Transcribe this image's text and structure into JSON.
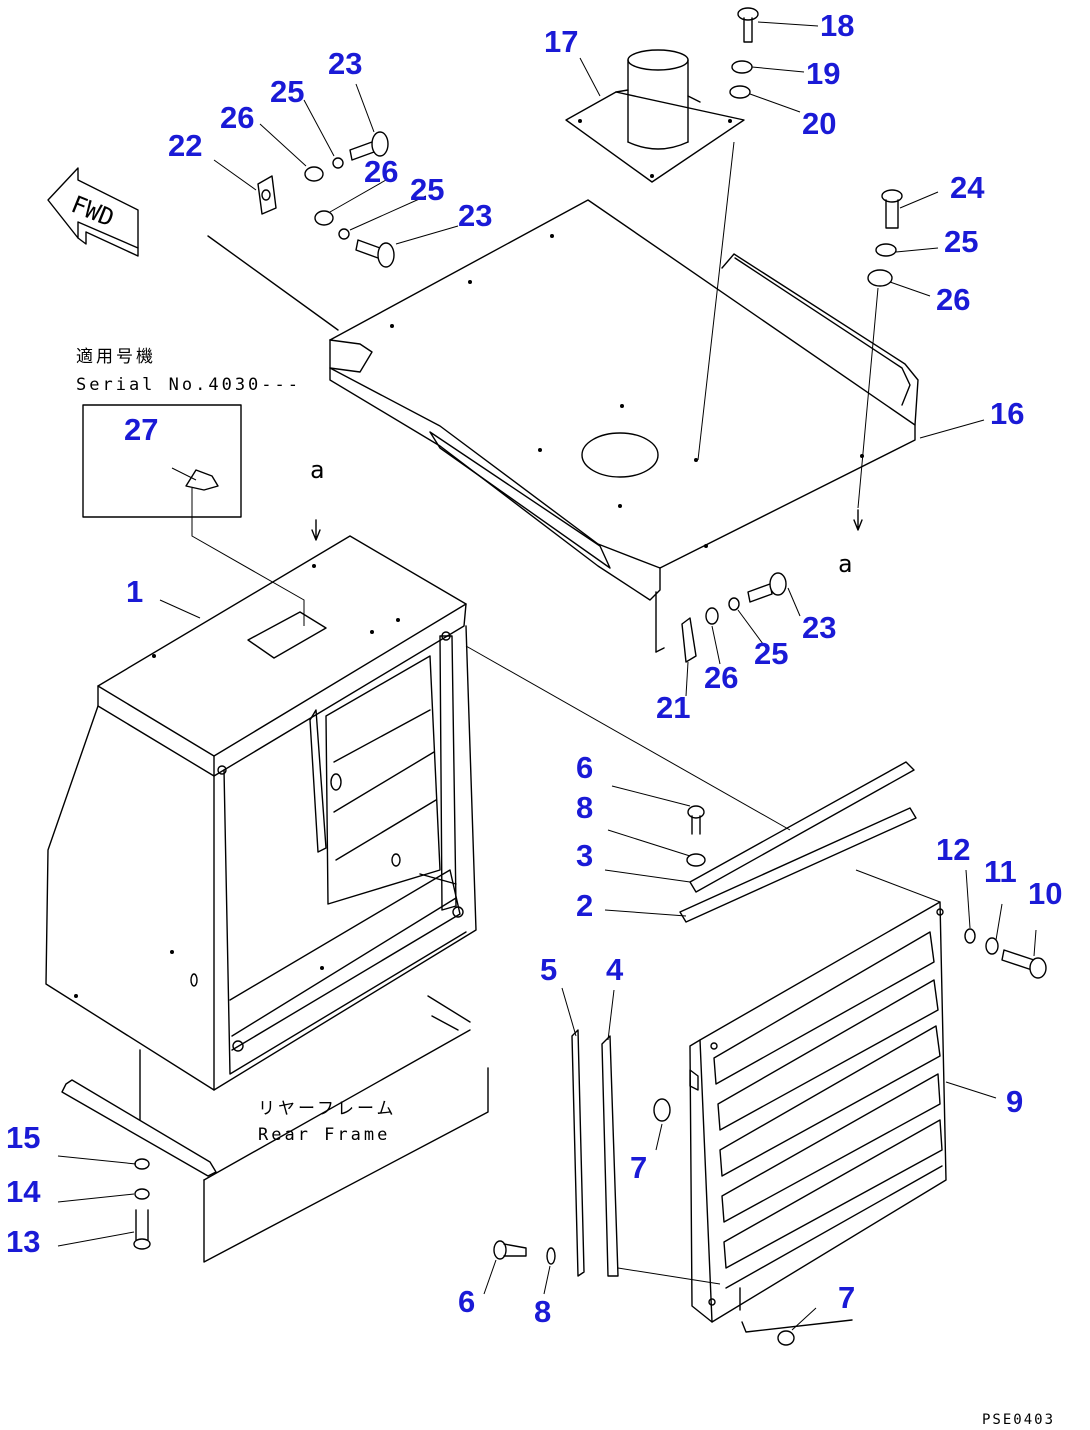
{
  "callouts": [
    "1",
    "2",
    "3",
    "4",
    "5",
    "6",
    "6",
    "7",
    "7",
    "8",
    "8",
    "9",
    "10",
    "11",
    "12",
    "13",
    "14",
    "15",
    "16",
    "17",
    "18",
    "19",
    "20",
    "21",
    "22",
    "23",
    "23",
    "23",
    "24",
    "25",
    "25",
    "25",
    "25",
    "26",
    "26",
    "26",
    "26",
    "27"
  ],
  "fwd_label": "FWD",
  "serial_note": {
    "jp": "適用号機",
    "en": "Serial No.4030---"
  },
  "rear_frame": {
    "jp": "リヤーフレーム",
    "en": "Rear Frame"
  },
  "view_marker": "a",
  "drawing_code": "PSE0403",
  "colors": {
    "callout": "#1a1ad6",
    "line": "#000000"
  }
}
